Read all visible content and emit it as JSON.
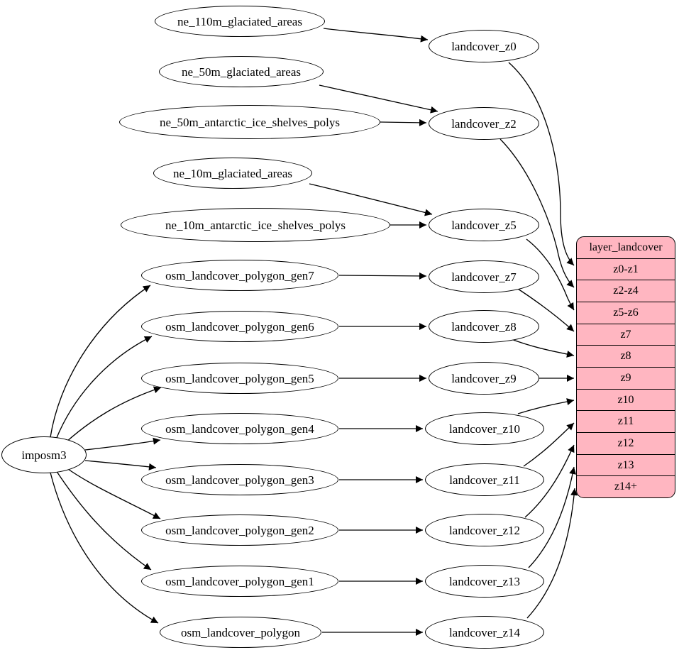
{
  "diagram": {
    "type": "graphviz-dependency-diagram",
    "source_nodes": {
      "imposm3": "imposm3",
      "ne_110m_glaciated_areas": "ne_110m_glaciated_areas",
      "ne_50m_glaciated_areas": "ne_50m_glaciated_areas",
      "ne_50m_antarctic_ice_shelves_polys": "ne_50m_antarctic_ice_shelves_polys",
      "ne_10m_glaciated_areas": "ne_10m_glaciated_areas",
      "ne_10m_antarctic_ice_shelves_polys": "ne_10m_antarctic_ice_shelves_polys",
      "osm_landcover_polygon_gen7": "osm_landcover_polygon_gen7",
      "osm_landcover_polygon_gen6": "osm_landcover_polygon_gen6",
      "osm_landcover_polygon_gen5": "osm_landcover_polygon_gen5",
      "osm_landcover_polygon_gen4": "osm_landcover_polygon_gen4",
      "osm_landcover_polygon_gen3": "osm_landcover_polygon_gen3",
      "osm_landcover_polygon_gen2": "osm_landcover_polygon_gen2",
      "osm_landcover_polygon_gen1": "osm_landcover_polygon_gen1",
      "osm_landcover_polygon": "osm_landcover_polygon"
    },
    "intermediate_nodes": {
      "landcover_z0": "landcover_z0",
      "landcover_z2": "landcover_z2",
      "landcover_z5": "landcover_z5",
      "landcover_z7": "landcover_z7",
      "landcover_z8": "landcover_z8",
      "landcover_z9": "landcover_z9",
      "landcover_z10": "landcover_z10",
      "landcover_z11": "landcover_z11",
      "landcover_z12": "landcover_z12",
      "landcover_z13": "landcover_z13",
      "landcover_z14": "landcover_z14"
    },
    "record": {
      "title": "layer_landcover",
      "rows": [
        "z0-z1",
        "z2-z4",
        "z5-z6",
        "z7",
        "z8",
        "z9",
        "z10",
        "z11",
        "z12",
        "z13",
        "z14+"
      ]
    },
    "edges": [
      "imposm3 -> osm_landcover_polygon_gen7",
      "imposm3 -> osm_landcover_polygon_gen6",
      "imposm3 -> osm_landcover_polygon_gen5",
      "imposm3 -> osm_landcover_polygon_gen4",
      "imposm3 -> osm_landcover_polygon_gen3",
      "imposm3 -> osm_landcover_polygon_gen2",
      "imposm3 -> osm_landcover_polygon_gen1",
      "imposm3 -> osm_landcover_polygon",
      "ne_110m_glaciated_areas -> landcover_z0",
      "ne_50m_glaciated_areas -> landcover_z2",
      "ne_50m_antarctic_ice_shelves_polys -> landcover_z2",
      "ne_10m_glaciated_areas -> landcover_z5",
      "ne_10m_antarctic_ice_shelves_polys -> landcover_z5",
      "osm_landcover_polygon_gen7 -> landcover_z7",
      "osm_landcover_polygon_gen6 -> landcover_z8",
      "osm_landcover_polygon_gen5 -> landcover_z9",
      "osm_landcover_polygon_gen4 -> landcover_z10",
      "osm_landcover_polygon_gen3 -> landcover_z11",
      "osm_landcover_polygon_gen2 -> landcover_z12",
      "osm_landcover_polygon_gen1 -> landcover_z13",
      "osm_landcover_polygon -> landcover_z14",
      "landcover_z0 -> layer_landcover:z0-z1",
      "landcover_z2 -> layer_landcover:z2-z4",
      "landcover_z5 -> layer_landcover:z5-z6",
      "landcover_z7 -> layer_landcover:z7",
      "landcover_z8 -> layer_landcover:z8",
      "landcover_z9 -> layer_landcover:z9",
      "landcover_z10 -> layer_landcover:z10",
      "landcover_z11 -> layer_landcover:z11",
      "landcover_z12 -> layer_landcover:z12",
      "landcover_z13 -> layer_landcover:z13",
      "landcover_z14 -> layer_landcover:z14+"
    ],
    "colors": {
      "record_fill": "#ffb6c1",
      "node_fill": "#ffffff",
      "stroke": "#000000",
      "text": "#000000",
      "background": "#ffffff"
    }
  }
}
